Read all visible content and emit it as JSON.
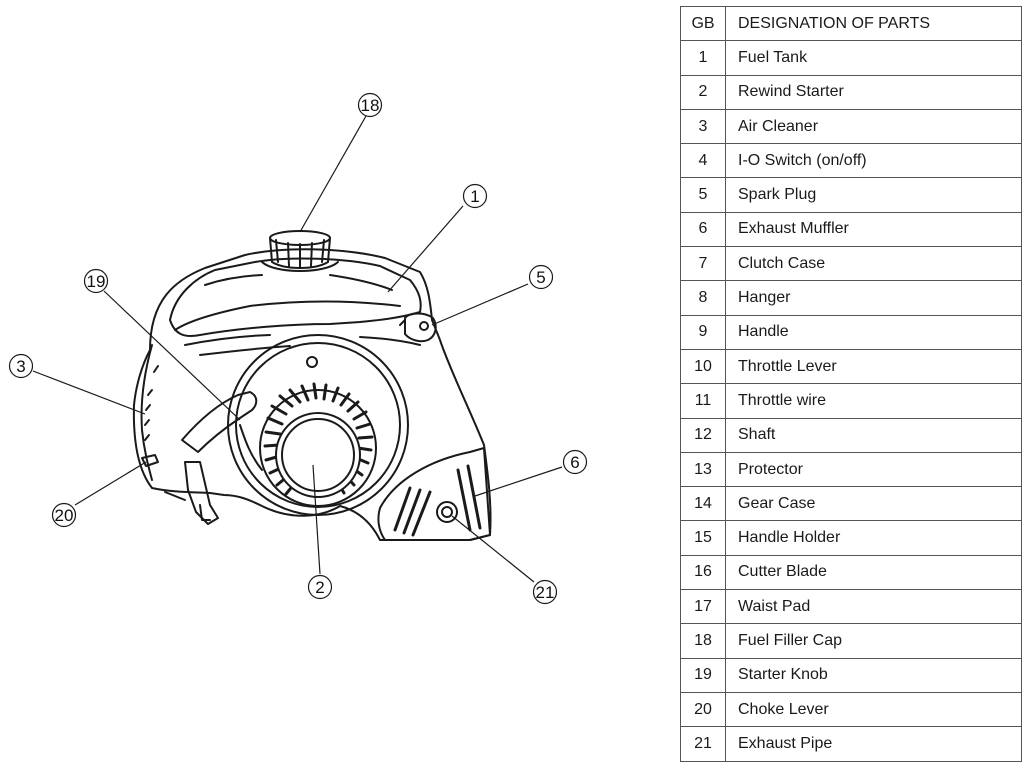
{
  "table": {
    "header": {
      "number": "GB",
      "designation": "DESIGNATION OF PARTS"
    },
    "rows": [
      {
        "number": "1",
        "name": "Fuel Tank"
      },
      {
        "number": "2",
        "name": "Rewind Starter"
      },
      {
        "number": "3",
        "name": "Air Cleaner"
      },
      {
        "number": "4",
        "name": "I-O Switch (on/off)"
      },
      {
        "number": "5",
        "name": "Spark Plug"
      },
      {
        "number": "6",
        "name": "Exhaust Muffler"
      },
      {
        "number": "7",
        "name": "Clutch Case"
      },
      {
        "number": "8",
        "name": "Hanger"
      },
      {
        "number": "9",
        "name": "Handle"
      },
      {
        "number": "10",
        "name": "Throttle Lever"
      },
      {
        "number": "11",
        "name": "Throttle wire"
      },
      {
        "number": "12",
        "name": "Shaft"
      },
      {
        "number": "13",
        "name": "Protector"
      },
      {
        "number": "14",
        "name": "Gear Case"
      },
      {
        "number": "15",
        "name": "Handle Holder"
      },
      {
        "number": "16",
        "name": "Cutter Blade"
      },
      {
        "number": "17",
        "name": "Waist Pad"
      },
      {
        "number": "18",
        "name": "Fuel Filler Cap"
      },
      {
        "number": "19",
        "name": "Starter Knob"
      },
      {
        "number": "20",
        "name": "Choke Lever"
      },
      {
        "number": "21",
        "name": "Exhaust Pipe"
      }
    ]
  },
  "diagram": {
    "callouts": [
      {
        "id": "1",
        "name": "fuel-tank"
      },
      {
        "id": "2",
        "name": "rewind-starter"
      },
      {
        "id": "3",
        "name": "air-cleaner"
      },
      {
        "id": "5",
        "name": "spark-plug"
      },
      {
        "id": "6",
        "name": "exhaust-muffler"
      },
      {
        "id": "18",
        "name": "fuel-filler-cap"
      },
      {
        "id": "19",
        "name": "starter-knob"
      },
      {
        "id": "20",
        "name": "choke-lever"
      },
      {
        "id": "21",
        "name": "exhaust-pipe"
      }
    ]
  },
  "colors": {
    "line": "#1a1a1a",
    "background": "#ffffff"
  }
}
